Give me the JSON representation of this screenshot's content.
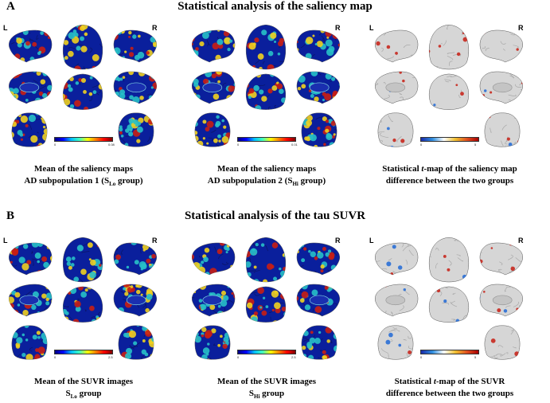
{
  "section_a": {
    "letter": "A",
    "title": "Statistical analysis of the saliency map",
    "panels": [
      {
        "left_label": "L",
        "right_label": "R",
        "colormap": "jet",
        "scale_min": "0",
        "scale_max": "0.08",
        "caption_line1": "Mean of the saliency maps",
        "caption_line2_prefix": "AD subpopulation 1 (S",
        "caption_line2_sub": "Lo",
        "caption_line2_suffix": " group)"
      },
      {
        "left_label": "",
        "right_label": "R",
        "colormap": "jet",
        "scale_min": "0",
        "scale_max": "0.01",
        "caption_line1": "Mean of the saliency maps",
        "caption_line2_prefix": "AD subpopulation 2 (S",
        "caption_line2_sub": "Hi",
        "caption_line2_suffix": " group)"
      },
      {
        "left_label": "L",
        "right_label": "R",
        "colormap": "tmap",
        "scale_min": "0",
        "scale_max": "5",
        "caption_line1_prefix": "Statistical ",
        "caption_line1_italic": "t",
        "caption_line1_suffix": "-map of the saliency map",
        "caption_line2": "difference between the two groups"
      }
    ]
  },
  "section_b": {
    "letter": "B",
    "title": "Statistical analysis of the tau SUVR",
    "panels": [
      {
        "left_label": "L",
        "right_label": "R",
        "colormap": "jet",
        "scale_min": "0",
        "scale_max": "2.5",
        "caption_line1": "Mean of the SUVR images",
        "caption_line2_prefix": "S",
        "caption_line2_sub": "Lo",
        "caption_line2_suffix": " group"
      },
      {
        "left_label": "",
        "right_label": "R",
        "colormap": "jet",
        "scale_min": "0",
        "scale_max": "2.5",
        "caption_line1": "Mean of the SUVR images",
        "caption_line2_prefix": "S",
        "caption_line2_sub": "Hi",
        "caption_line2_suffix": " group"
      },
      {
        "left_label": "L",
        "right_label": "R",
        "colormap": "tmap",
        "scale_min": "0",
        "scale_max": "5",
        "caption_line1_prefix": "Statistical ",
        "caption_line1_italic": "t",
        "caption_line1_suffix": "-map of the SUVR",
        "caption_line2": "difference between the two groups"
      }
    ]
  },
  "colors": {
    "jet_low": "#0a1f9c",
    "jet_mid": "#27c0c8",
    "jet_high": "#c81e14",
    "cortex_grey": "#d6d6d6",
    "tmap_hot": "#c8281e",
    "tmap_cool": "#2a6fd6"
  }
}
